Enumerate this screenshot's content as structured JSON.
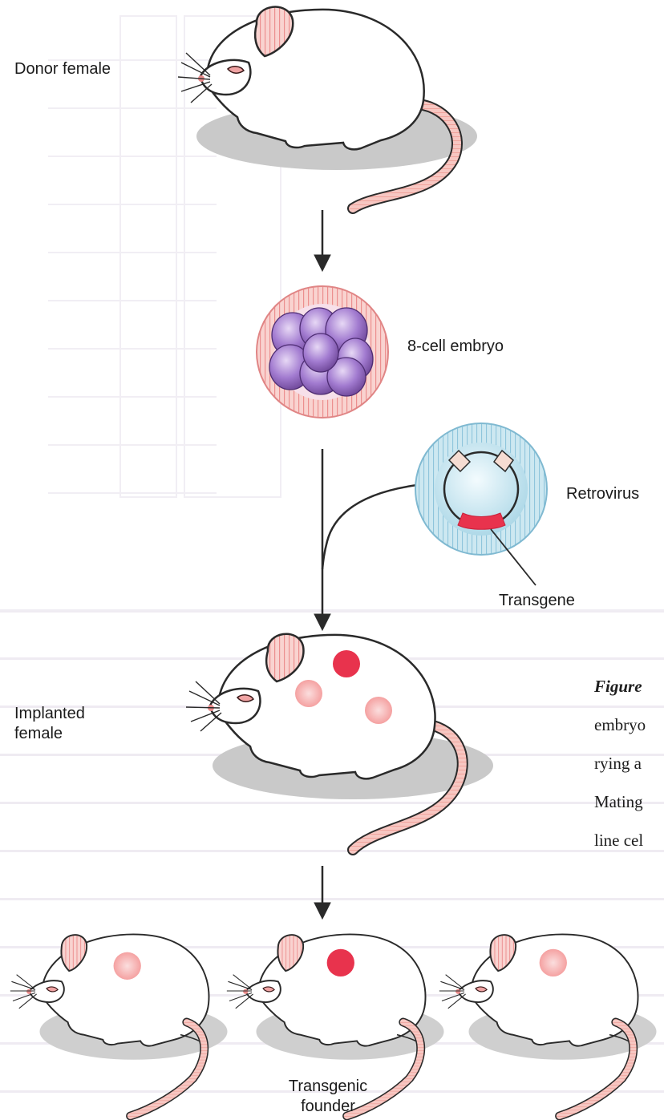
{
  "labels": {
    "donor": "Donor female",
    "embryo": "8-cell embryo",
    "retrovirus": "Retrovirus",
    "transgene": "Transgene",
    "implanted": "Implanted\nfemale",
    "founder": "Transgenic\nfounder"
  },
  "caption": {
    "figure_word": "Figure",
    "lines": [
      "embryo",
      "rying a",
      "Mating",
      "line cel"
    ]
  },
  "colors": {
    "ear": "#f0a3a3",
    "zona": "#f2a6a0",
    "cells": "#9a6bc0",
    "virus": "#a9d6e6",
    "transgene": "#e8334d",
    "spot_strong": "#e8334d",
    "spot_light": "#f6b8b8",
    "shadow": "#c9c9c9"
  }
}
